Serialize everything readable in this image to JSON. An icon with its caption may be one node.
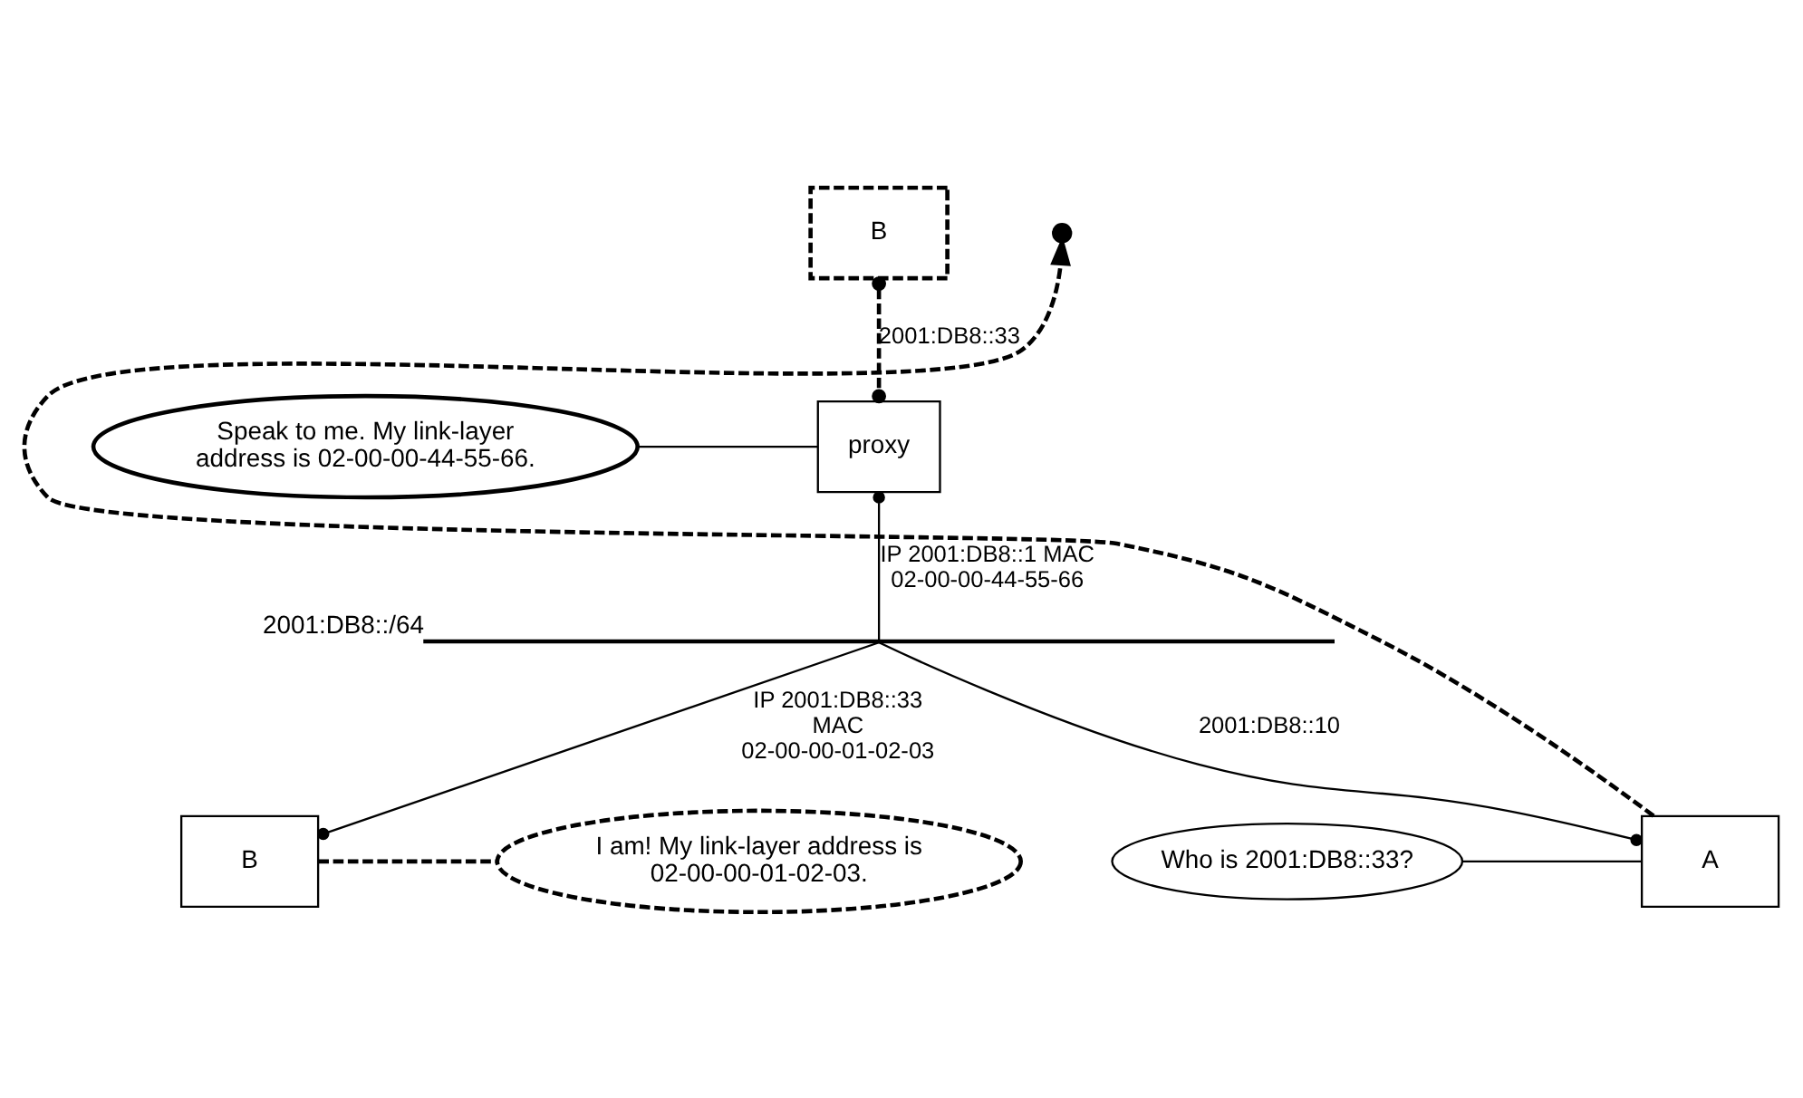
{
  "diagram": {
    "nodes": [
      {
        "text": [
          "B"
        ]
      },
      {
        "text": [
          "proxy"
        ]
      },
      {
        "text": [
          "Speak to me. My link-layer address is 02-00-00-44-55-66."
        ]
      },
      {
        "text": [],
        "shape": "bar",
        "beside": [
          "2001:DB8::/64"
        ]
      },
      {
        "text": [
          "Who is 2001:DB8::33?"
        ]
      },
      {
        "text": [
          "A"
        ]
      },
      {
        "text": [
          "B"
        ]
      },
      {
        "text": [
          "I am! My link-layer address is 02-00-00-01-02-03."
        ]
      },
      {
        "text": [],
        "shape": "cross"
      }
    ],
    "edges": [
      {
        "from": 0,
        "to": 1,
        "arrow": "other",
        "style": "dashed",
        "label": "2001:DB8::33"
      },
      {
        "from": 2,
        "to": 1,
        "arrow": "none"
      },
      {
        "from": 1,
        "to": 3,
        "arrow": "other",
        "label": "IP 2001:DB8::1 MAC 02-00-00-44-55-66"
      },
      {
        "from": 3,
        "to": 5,
        "arrow": "other",
        "label": "2001:DB8::10"
      },
      {
        "from": 3,
        "to": 6,
        "arrow": "other",
        "label": "IP 2001:DB8::33 MAC 02-00-00-01-02-03"
      },
      {
        "from": 4,
        "to": 5,
        "arrow": "none"
      },
      {
        "from": 6,
        "to": 7,
        "arrow": "none",
        "style": "dashed"
      },
      {
        "from": 5,
        "to": 8,
        "arrow": "to",
        "style": "dashed"
      }
    ]
  }
}
